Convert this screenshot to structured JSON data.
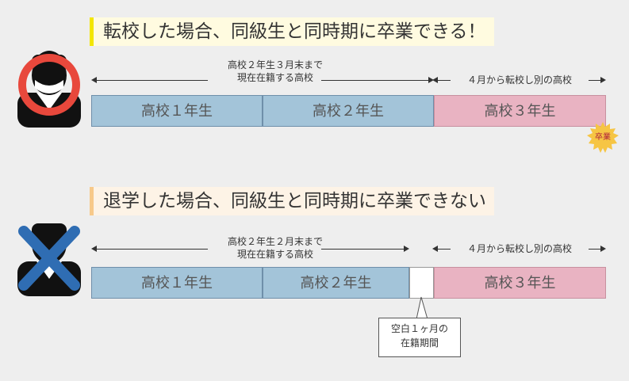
{
  "section1": {
    "heading": "転校した場合、同級生と同時期に卒業できる！",
    "note_left_line1": "高校２年生３月末まで",
    "note_left_line2": "現在在籍する高校",
    "note_right": "４月から転校し別の高校",
    "bars": [
      "高校１年生",
      "高校２年生",
      "高校３年生"
    ],
    "badge": "卒業",
    "accent": "#f3e600"
  },
  "section2": {
    "heading": "退学した場合、同級生と同時期に卒業できない",
    "note_left_line1": "高校２年生２月末まで",
    "note_left_line2": "現在在籍する高校",
    "note_right": "４月から転校し別の高校",
    "bars": [
      "高校１年生",
      "高校２年生",
      "高校３年生"
    ],
    "callout_line1": "空白１ヶ月の",
    "callout_line2": "在籍期間",
    "accent": "#f7c98a"
  },
  "icons": {
    "ok_symbol": "circle-icon",
    "ng_symbol": "cross-icon",
    "circle_color": "#e8483c",
    "cross_color": "#2f6db3"
  }
}
